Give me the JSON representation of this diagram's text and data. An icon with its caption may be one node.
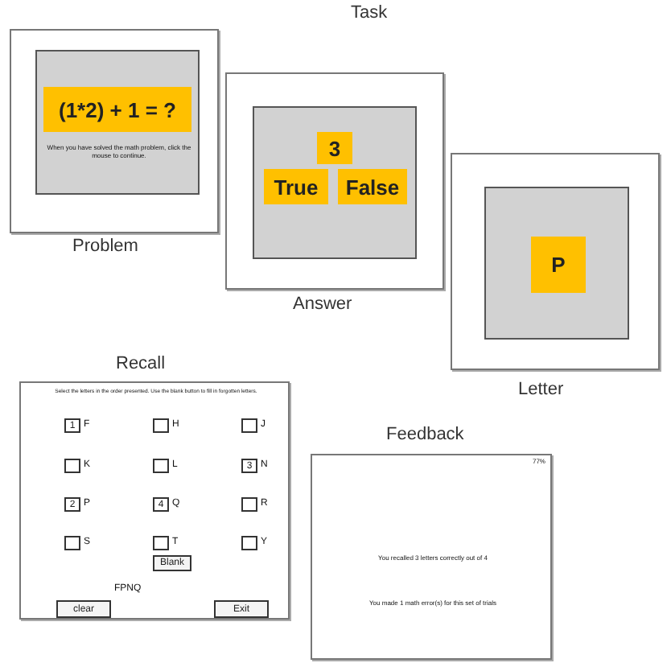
{
  "diagram": {
    "title": "Task",
    "nodes": [
      {
        "text": [],
        "shape": "box",
        "beside": [
          "Problem"
        ]
      },
      {
        "text": [
          "When you have solved the math problem, click the mouse to continue."
        ],
        "in": 0
      },
      {
        "text": [
          "(1*2) + 1 = ?"
        ],
        "in": 1
      },
      {
        "text": [],
        "shape": "box",
        "beside": [
          "Answer"
        ]
      },
      {
        "text": [],
        "shape": "box",
        "in": 3
      },
      {
        "text": [
          "3"
        ],
        "in": 4
      },
      {
        "text": [
          "True"
        ],
        "in": 4
      },
      {
        "text": [
          "False"
        ],
        "in": 4
      },
      {
        "text": [],
        "shape": "box",
        "beside": [
          "Letter"
        ]
      },
      {
        "text": [],
        "shape": "box",
        "in": 8
      },
      {
        "text": [
          "P"
        ],
        "in": 9
      },
      {
        "text": [
          "Select the letters in the order presented. Use the blank button to fill in forgotten letters."
        ],
        "beside": [
          "Recall"
        ]
      },
      {
        "text": [
          "1"
        ],
        "in": 11,
        "beside": [
          "F"
        ]
      },
      {
        "text": [],
        "shape": "box",
        "in": 11,
        "beside": [
          "H"
        ]
      },
      {
        "text": [],
        "shape": "box",
        "in": 11,
        "beside": [
          "J"
        ]
      },
      {
        "text": [],
        "shape": "box",
        "in": 11,
        "beside": [
          "K"
        ]
      },
      {
        "text": [],
        "shape": "box",
        "in": 11,
        "beside": [
          "L"
        ]
      },
      {
        "text": [
          "3"
        ],
        "in": 11,
        "beside": [
          "N"
        ]
      },
      {
        "text": [
          "2"
        ],
        "in": 11,
        "beside": [
          "P"
        ]
      },
      {
        "text": [
          "4"
        ],
        "in": 11,
        "beside": [
          "Q"
        ]
      },
      {
        "text": [],
        "shape": "box",
        "in": 11,
        "beside": [
          "R"
        ]
      },
      {
        "text": [],
        "shape": "box",
        "in": 11,
        "beside": [
          "S"
        ]
      },
      {
        "text": [],
        "shape": "box",
        "in": 11,
        "beside": [
          "T"
        ]
      },
      {
        "text": [],
        "shape": "box",
        "in": 11,
        "beside": [
          "Y"
        ]
      },
      {
        "text": [
          "Blank"
        ],
        "in": 11
      },
      {
        "text": [
          "clear"
        ],
        "in": 11
      },
      {
        "text": [
          "Exit"
        ],
        "in": 11
      },
      {
        "text": [
          "77%",
          "You recalled 3 letters correctly out of 4",
          "You made 1 math error(s) for this set of trials"
        ],
        "beside": [
          "Feedback"
        ]
      }
    ],
    "labels": [
      "FPNQ"
    ]
  }
}
